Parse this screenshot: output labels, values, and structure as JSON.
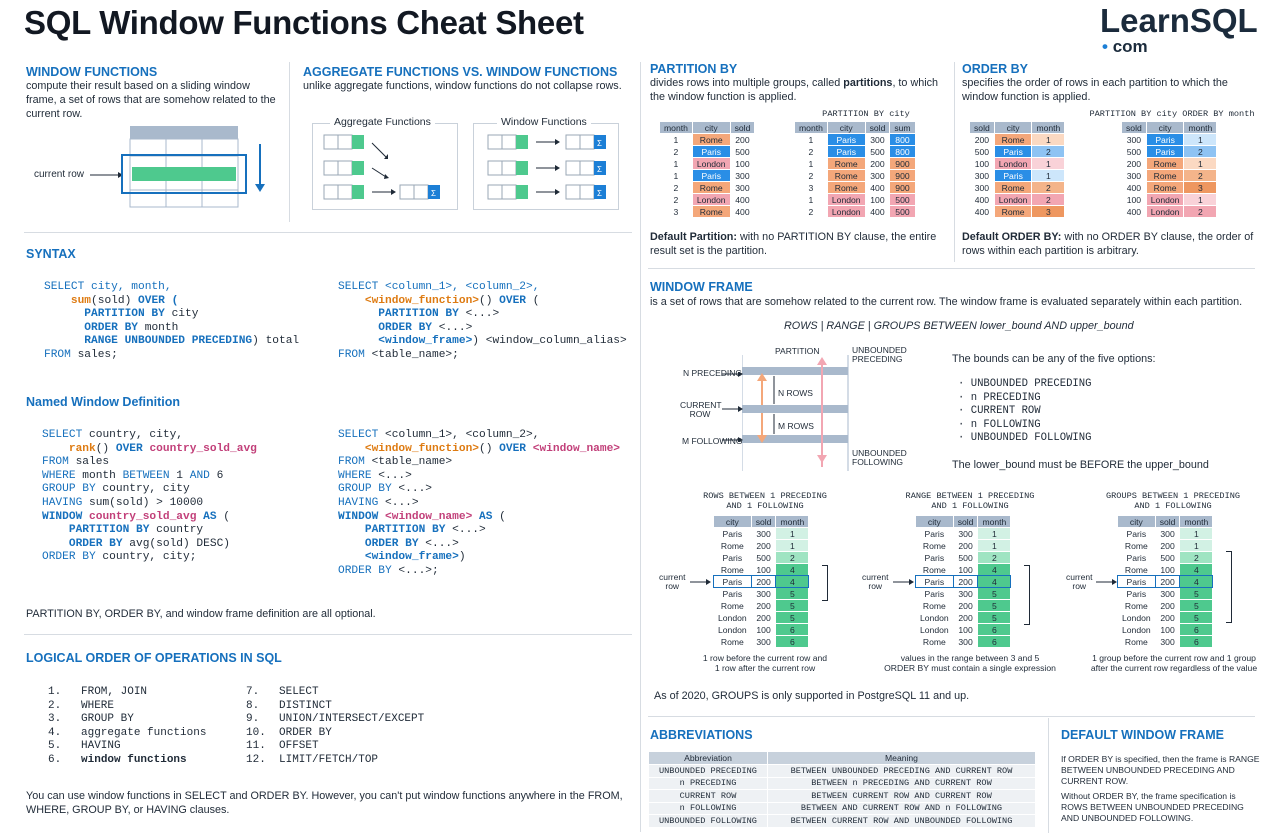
{
  "header": {
    "title": "SQL Window Functions Cheat Sheet",
    "logo_main": "LearnSQL",
    "logo_dot": "•",
    "logo_com": "com"
  },
  "window_functions": {
    "heading": "WINDOW FUNCTIONS",
    "text": "compute their result based on a sliding window frame, a set of rows that are somehow related to the current row.",
    "current_row": "current row"
  },
  "aggregate_vs": {
    "heading": "AGGREGATE FUNCTIONS VS. WINDOW FUNCTIONS",
    "text": "unlike aggregate functions, window functions do not collapse rows.",
    "agg_label": "Aggregate Functions",
    "win_label": "Window Functions",
    "sigma": "Σ"
  },
  "syntax": {
    "heading": "SYNTAX",
    "left": {
      "l1": "SELECT city, month,",
      "l2_fn": "sum",
      "l2_rest": "(sold) ",
      "l2_kw": "OVER (",
      "l3_kw": "PARTITION BY",
      "l3_rest": " city",
      "l4_kw": "ORDER BY",
      "l4_rest": " month",
      "l5_kw": "RANGE UNBOUNDED PRECEDING",
      "l5_rest": ") total",
      "l6_kw": "FROM",
      "l6_rest": " sales;"
    },
    "right": {
      "l1": "SELECT <column_1>, <column_2>,",
      "l2_fn": "<window_function>",
      "l2_rest": "() ",
      "l2_kw": "OVER",
      "l2_end": " (",
      "l3_kw": "PARTITION BY",
      "l3_rest": " <...>",
      "l4_kw": "ORDER BY",
      "l4_rest": " <...>",
      "l5_kw": "<window_frame>",
      "l5_rest": ") <window_column_alias>",
      "l6_kw": "FROM",
      "l6_rest": " <table_name>;"
    }
  },
  "named_window": {
    "heading": "Named Window Definition",
    "left": {
      "l1_kw": "SELECT",
      "l1_rest": " country, city,",
      "l2_fn": "rank",
      "l2_rest": "() ",
      "l2_kw": "OVER",
      "l2_pk": " country_sold_avg",
      "l3_kw": "FROM",
      "l3_rest": " sales",
      "l4_kw": "WHERE",
      "l4_rest": " month ",
      "l4_kw2": "BETWEEN",
      "l4_rest2": " 1 ",
      "l4_kw3": "AND",
      "l4_rest3": " 6",
      "l5_kw": "GROUP BY",
      "l5_rest": " country, city",
      "l6_kw": "HAVING",
      "l6_rest": " sum(sold) > 10000",
      "l7_kw": "WINDOW",
      "l7_pk": " country_sold_avg",
      "l7_kw2": " AS",
      "l7_rest": " (",
      "l8_kw": "PARTITION BY",
      "l8_rest": " country",
      "l9_kw": "ORDER BY",
      "l9_rest": " avg(sold) DESC)",
      "l10_kw": "ORDER BY",
      "l10_rest": " country, city;"
    },
    "right": {
      "l1_kw": "SELECT",
      "l1_rest": " <column_1>, <column_2>,",
      "l2_fn": "<window_function>",
      "l2_rest": "() ",
      "l2_kw": "OVER",
      "l2_pk": " <window_name>",
      "l3_kw": "FROM",
      "l3_rest": " <table_name>",
      "l4_kw": "WHERE",
      "l4_rest": " <...>",
      "l5_kw": "GROUP BY",
      "l5_rest": " <...>",
      "l6_kw": "HAVING",
      "l6_rest": " <...>",
      "l7_kw": "WINDOW",
      "l7_pk": " <window_name>",
      "l7_kw2": " AS",
      "l7_rest": " (",
      "l8_kw": "PARTITION BY",
      "l8_rest": " <...>",
      "l9_kw": "ORDER BY",
      "l9_rest": " <...>",
      "l10_kw": "<window_frame>",
      "l10_rest": ")",
      "l11_kw": "ORDER BY",
      "l11_rest": " <...>;"
    },
    "note": "PARTITION BY, ORDER BY, and window frame definition are all optional."
  },
  "logical_order": {
    "heading": "LOGICAL ORDER OF OPERATIONS IN SQL",
    "left": [
      "1.   FROM, JOIN",
      "2.   WHERE",
      "3.   GROUP BY",
      "4.   aggregate functions",
      "5.   HAVING"
    ],
    "item6_num": "6.   ",
    "item6_text": "window functions",
    "right": [
      "7.   SELECT",
      "8.   DISTINCT",
      "9.   UNION/INTERSECT/EXCEPT",
      "10.  ORDER BY",
      "11.  OFFSET",
      "12.  LIMIT/FETCH/TOP"
    ],
    "note": "You can use window functions in SELECT and ORDER BY. However, you can't put window functions anywhere in the FROM, WHERE, GROUP BY, or HAVING clauses."
  },
  "partition_by": {
    "heading": "PARTITION BY",
    "text_a": "divides rows into multiple groups, called ",
    "text_b": "partitions",
    "text_c": ", to which the window function is applied.",
    "caption": "PARTITION BY city",
    "t1_headers": [
      "month",
      "city",
      "sold"
    ],
    "t1_rows": [
      [
        "1",
        "Rome",
        "200"
      ],
      [
        "2",
        "Paris",
        "500"
      ],
      [
        "1",
        "London",
        "100"
      ],
      [
        "1",
        "Paris",
        "300"
      ],
      [
        "2",
        "Rome",
        "300"
      ],
      [
        "2",
        "London",
        "400"
      ],
      [
        "3",
        "Rome",
        "400"
      ]
    ],
    "t2_headers": [
      "month",
      "city",
      "sold",
      "sum"
    ],
    "t2_rows": [
      [
        "1",
        "Paris",
        "300",
        "800"
      ],
      [
        "2",
        "Paris",
        "500",
        "800"
      ],
      [
        "1",
        "Rome",
        "200",
        "900"
      ],
      [
        "2",
        "Rome",
        "300",
        "900"
      ],
      [
        "3",
        "Rome",
        "400",
        "900"
      ],
      [
        "1",
        "London",
        "100",
        "500"
      ],
      [
        "2",
        "London",
        "400",
        "500"
      ]
    ],
    "default_bold": "Default Partition:",
    "default_text": " with no PARTITION BY clause, the entire result set is the partition."
  },
  "order_by": {
    "heading": "ORDER BY",
    "text": "specifies the order of rows in each partition to which the window function is applied.",
    "caption": "PARTITION BY city ORDER BY month",
    "t1_headers": [
      "sold",
      "city",
      "month"
    ],
    "t1_rows": [
      [
        "200",
        "Rome",
        "1"
      ],
      [
        "500",
        "Paris",
        "2"
      ],
      [
        "100",
        "London",
        "1"
      ],
      [
        "300",
        "Paris",
        "1"
      ],
      [
        "300",
        "Rome",
        "2"
      ],
      [
        "400",
        "London",
        "2"
      ],
      [
        "400",
        "Rome",
        "3"
      ]
    ],
    "t2_headers": [
      "sold",
      "city",
      "month"
    ],
    "t2_rows": [
      [
        "300",
        "Paris",
        "1"
      ],
      [
        "500",
        "Paris",
        "2"
      ],
      [
        "200",
        "Rome",
        "1"
      ],
      [
        "300",
        "Rome",
        "2"
      ],
      [
        "400",
        "Rome",
        "3"
      ],
      [
        "100",
        "London",
        "1"
      ],
      [
        "400",
        "London",
        "2"
      ]
    ],
    "default_bold": "Default ORDER BY:",
    "default_text": " with no ORDER BY clause, the order of rows within each partition is arbitrary."
  },
  "window_frame": {
    "heading": "WINDOW FRAME",
    "text": "is a set of rows that are somehow related to the current row. The window frame is evaluated separately within each partition.",
    "syntax_line": "ROWS | RANGE | GROUPS BETWEEN lower_bound AND upper_bound",
    "partition": "PARTITION",
    "unbounded_preceding": "UNBOUNDED PRECEDING",
    "unbounded_following": "UNBOUNDED FOLLOWING",
    "n_preceding": "N PRECEDING",
    "current_row": "CURRENT ROW",
    "m_following": "M FOLLOWING",
    "n_rows": "N ROWS",
    "m_rows": "M ROWS",
    "bounds_intro": "The bounds can be any of the five options:",
    "bounds": [
      "· UNBOUNDED PRECEDING",
      "· n PRECEDING",
      "· CURRENT ROW",
      "· n FOLLOWING",
      "· UNBOUNDED FOLLOWING"
    ],
    "bounds_note": "The lower_bound must be BEFORE the upper_bound",
    "examples": [
      {
        "title1": "ROWS BETWEEN 1 PRECEDING",
        "title2": "AND 1 FOLLOWING",
        "note1": "1 row before the current row and",
        "note2": "1 row after the current row"
      },
      {
        "title1": "RANGE BETWEEN 1 PRECEDING",
        "title2": "AND 1 FOLLOWING",
        "note1": "values in the range between 3 and 5",
        "note2": "ORDER BY must contain a single expression"
      },
      {
        "title1": "GROUPS BETWEEN 1 PRECEDING",
        "title2": "AND 1 FOLLOWING",
        "note1": "1 group before the current row and 1 group",
        "note2": "after the current row regardless of the value"
      }
    ],
    "ex_headers": [
      "city",
      "sold",
      "month"
    ],
    "ex_rows": [
      [
        "Paris",
        "300",
        "1"
      ],
      [
        "Rome",
        "200",
        "1"
      ],
      [
        "Paris",
        "500",
        "2"
      ],
      [
        "Rome",
        "100",
        "4"
      ],
      [
        "Paris",
        "200",
        "4"
      ],
      [
        "Paris",
        "300",
        "5"
      ],
      [
        "Rome",
        "200",
        "5"
      ],
      [
        "London",
        "200",
        "5"
      ],
      [
        "London",
        "100",
        "6"
      ],
      [
        "Rome",
        "300",
        "6"
      ]
    ],
    "current_label1": "current",
    "current_label2": "row",
    "groups_note": "As of 2020, GROUPS is only supported in PostgreSQL 11 and up."
  },
  "abbreviations": {
    "heading": "ABBREVIATIONS",
    "headers": [
      "Abbreviation",
      "Meaning"
    ],
    "rows": [
      [
        "UNBOUNDED PRECEDING",
        "BETWEEN UNBOUNDED PRECEDING AND CURRENT ROW"
      ],
      [
        "n PRECEDING",
        "BETWEEN n PRECEDING AND CURRENT ROW"
      ],
      [
        "CURRENT ROW",
        "BETWEEN CURRENT ROW AND CURRENT ROW"
      ],
      [
        "n FOLLOWING",
        "BETWEEN AND CURRENT ROW AND n FOLLOWING"
      ],
      [
        "UNBOUNDED FOLLOWING",
        "BETWEEN CURRENT ROW AND UNBOUNDED FOLLOWING"
      ]
    ]
  },
  "default_frame": {
    "heading": "DEFAULT WINDOW FRAME",
    "p1": "If ORDER BY is specified, then the frame is RANGE BETWEEN UNBOUNDED PRECEDING AND CURRENT ROW.",
    "p2": "Without ORDER BY, the frame specification is ROWS BETWEEN UNBOUNDED PRECEDING AND UNBOUNDED FOLLOWING."
  },
  "colors": {
    "accent": "#1670bd",
    "green": "#4ec98e",
    "paris": "#2a8ee6",
    "rome": "#f4a77a",
    "london": "#f2a6b2"
  }
}
